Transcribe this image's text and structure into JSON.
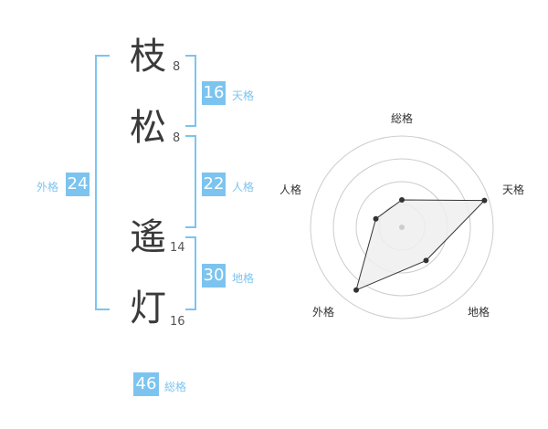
{
  "name": {
    "chars": [
      {
        "char": "枝",
        "strokes": "8"
      },
      {
        "char": "松",
        "strokes": "8"
      },
      {
        "char": "遙",
        "strokes": "14"
      },
      {
        "char": "灯",
        "strokes": "16"
      }
    ]
  },
  "scores": {
    "gaikaku": {
      "value": "24",
      "label": "外格"
    },
    "tenkaku": {
      "value": "16",
      "label": "天格"
    },
    "jinkaku": {
      "value": "22",
      "label": "人格"
    },
    "chikaku": {
      "value": "30",
      "label": "地格"
    },
    "soukaku": {
      "value": "46",
      "label": "総格"
    }
  },
  "chart_data": {
    "type": "radar",
    "axes": [
      "総格",
      "天格",
      "地格",
      "外格",
      "人格"
    ],
    "values": [
      0.3,
      0.95,
      0.45,
      0.85,
      0.3
    ],
    "rings": 4,
    "colors": {
      "fill": "#eeeeee",
      "stroke": "#333333",
      "grid": "#cccccc",
      "point": "#333333"
    }
  }
}
